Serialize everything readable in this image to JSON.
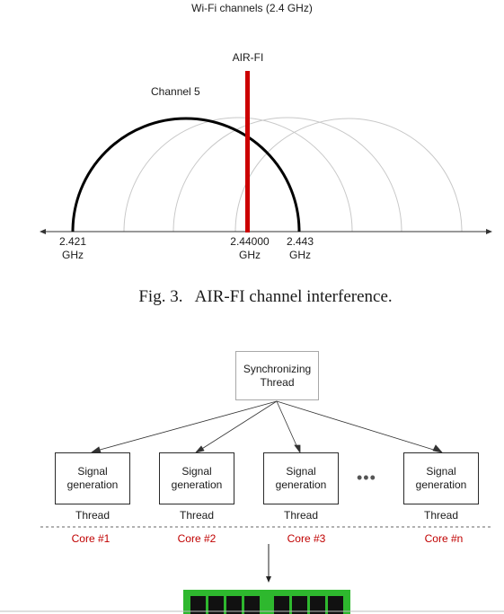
{
  "figure_top": {
    "title": "Wi-Fi channels (2.4 GHz)",
    "air_fi_label": "AIR-FI",
    "channel_label": "Channel 5",
    "ticks": [
      {
        "value": "2.421",
        "unit": "GHz"
      },
      {
        "value": "2.44000",
        "unit": "GHz"
      },
      {
        "value": "2.443",
        "unit": "GHz"
      }
    ],
    "colors": {
      "signal": "#cc0000",
      "channel": "#000000",
      "neighbors": "#c8c8c8"
    }
  },
  "caption": "Fig. 3.   AIR-FI channel interference.",
  "figure_bottom": {
    "sync_box": "Synchronizing\nThread",
    "cores": [
      {
        "box": "Signal\ngeneration",
        "thread": "Thread",
        "core": "Core #1"
      },
      {
        "box": "Signal\ngeneration",
        "thread": "Thread",
        "core": "Core #2"
      },
      {
        "box": "Signal\ngeneration",
        "thread": "Thread",
        "core": "Core #3"
      },
      {
        "box": "Signal\ngeneration",
        "thread": "Thread",
        "core": "Core #n"
      }
    ],
    "ellipsis": "•••",
    "colors": {
      "core_label": "#c00000",
      "ram_module": "#2eb82e"
    }
  }
}
